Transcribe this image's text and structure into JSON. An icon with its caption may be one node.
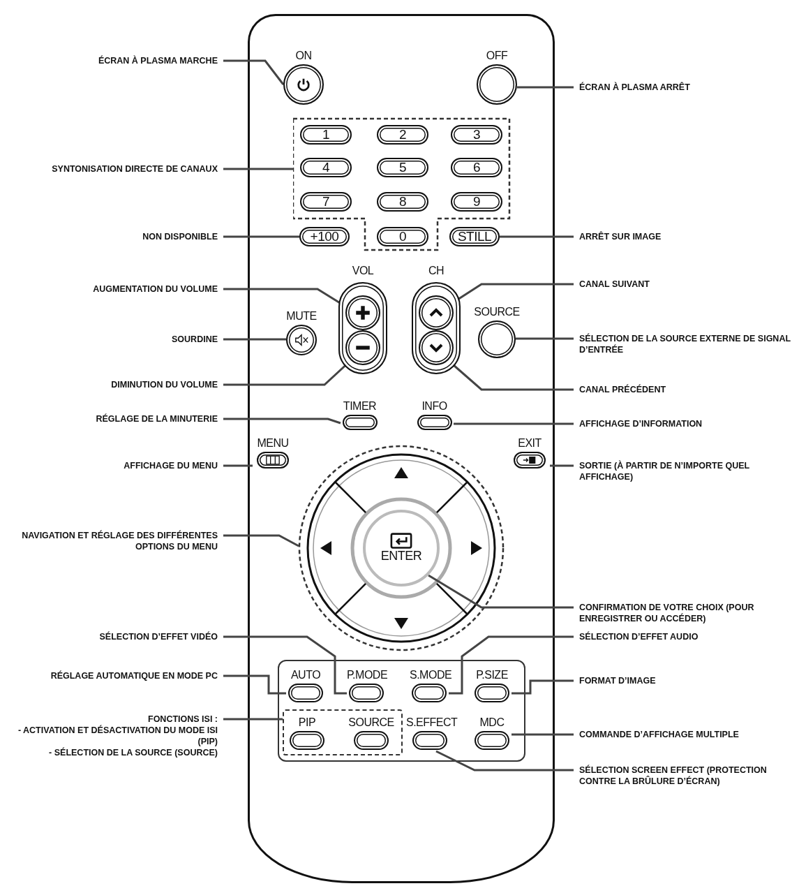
{
  "diagram": {
    "nodes": [
      {
        "text": [],
        "shape": "box"
      },
      {
        "text": [
          "ON"
        ],
        "in": 0
      },
      {
        "text": [
          "OFF"
        ],
        "in": 0
      },
      {
        "text": [],
        "shape": "box",
        "in": 0
      },
      {
        "text": [
          "1"
        ],
        "in": 3
      },
      {
        "text": [
          "2"
        ],
        "in": 3
      },
      {
        "text": [
          "3"
        ],
        "in": 3
      },
      {
        "text": [
          "4"
        ],
        "in": 3
      },
      {
        "text": [
          "5"
        ],
        "in": 3
      },
      {
        "text": [
          "6"
        ],
        "in": 3
      },
      {
        "text": [
          "7"
        ],
        "in": 3
      },
      {
        "text": [
          "8"
        ],
        "in": 3
      },
      {
        "text": [
          "9"
        ],
        "in": 3
      },
      {
        "text": [
          "0"
        ],
        "in": 3
      },
      {
        "text": [
          "+100"
        ],
        "in": 0
      },
      {
        "text": [
          "STILL"
        ],
        "in": 0
      },
      {
        "text": [
          "VOL"
        ],
        "in": 0
      },
      {
        "text": [],
        "shape": "circle",
        "in": 16
      },
      {
        "text": [],
        "shape": "circle",
        "in": 16
      },
      {
        "text": [
          "CH"
        ],
        "in": 0
      },
      {
        "text": [],
        "shape": "circle",
        "in": 19
      },
      {
        "text": [],
        "shape": "circle",
        "in": 19
      },
      {
        "text": [
          "MUTE"
        ],
        "in": 0
      },
      {
        "text": [
          "SOURCE"
        ],
        "in": 0
      },
      {
        "text": [
          "TIMER"
        ],
        "in": 0
      },
      {
        "text": [
          "INFO"
        ],
        "in": 0
      },
      {
        "text": [
          "MENU"
        ],
        "in": 0
      },
      {
        "text": [
          "EXIT"
        ],
        "in": 0
      },
      {
        "text": [],
        "shape": "circle",
        "in": 0
      },
      {
        "text": [
          "ENTER"
        ],
        "in": 28
      },
      {
        "text": [],
        "shape": "box",
        "in": 0
      },
      {
        "text": [
          "AUTO"
        ],
        "in": 30
      },
      {
        "text": [
          "P.MODE"
        ],
        "in": 30
      },
      {
        "text": [
          "S.MODE"
        ],
        "in": 30
      },
      {
        "text": [
          "P.SIZE"
        ],
        "in": 30
      },
      {
        "text": [],
        "shape": "box",
        "in": 30
      },
      {
        "text": [
          "PIP"
        ],
        "in": 35
      },
      {
        "text": [
          "SOURCE"
        ],
        "in": 35
      },
      {
        "text": [
          "S.EFFECT"
        ],
        "in": 30
      },
      {
        "text": [
          "MDC"
        ],
        "in": 30
      },
      {
        "text": [
          "ÉCRAN À PLASMA MARCHE"
        ]
      },
      {
        "text": [
          "ÉCRAN À PLASMA ARRÊT"
        ]
      },
      {
        "text": [
          "SYNTONISATION DIRECTE DE CANAUX"
        ]
      },
      {
        "text": [
          "NON DISPONIBLE"
        ]
      },
      {
        "text": [
          "ARRÊT SUR IMAGE"
        ]
      },
      {
        "text": [
          "AUGMENTATION DU VOLUME"
        ]
      },
      {
        "text": [
          "CANAL SUIVANT"
        ]
      },
      {
        "text": [
          "SOURDINE"
        ]
      },
      {
        "text": [
          "SÉLECTION DE LA SOURCE EXTERNE DE SIGNAL D’ENTRÉE"
        ]
      },
      {
        "text": [
          "DIMINUTION DU VOLUME"
        ]
      },
      {
        "text": [
          "CANAL PRÉCÉDENT"
        ]
      },
      {
        "text": [
          "RÉGLAGE DE LA MINUTERIE"
        ]
      },
      {
        "text": [
          "AFFICHAGE D’INFORMATION"
        ]
      },
      {
        "text": [
          "AFFICHAGE DU MENU"
        ]
      },
      {
        "text": [
          "SORTIE (À PARTIR DE N’IMPORTE QUEL AFFICHAGE)"
        ]
      },
      {
        "text": [
          "NAVIGATION ET RÉGLAGE DES DIFFÉRENTES OPTIONS DU MENU"
        ]
      },
      {
        "text": [
          "CONFIRMATION DE VOTRE CHOIX (POUR ENREGISTRER OU ACCÉDER)"
        ]
      },
      {
        "text": [
          "SÉLECTION D’EFFET VIDÉO"
        ]
      },
      {
        "text": [
          "SÉLECTION D’EFFET AUDIO"
        ]
      },
      {
        "text": [
          "RÉGLAGE AUTOMATIQUE EN MODE PC"
        ]
      },
      {
        "text": [
          "FORMAT D’IMAGE"
        ]
      },
      {
        "text": [
          "FONCTIONS ISI :",
          "- ACTIVATION ET DÉSACTIVATION DU MODE ISI (PIP)",
          "- SÉLECTION DE LA SOURCE (SOURCE)"
        ]
      },
      {
        "text": [
          "COMMANDE D’AFFICHAGE MULTIPLE"
        ]
      },
      {
        "text": [
          "SÉLECTION SCREEN EFFECT (PROTECTION CONTRE LA BRÛLURE D’ÉCRAN)"
        ]
      }
    ],
    "edges": [
      {
        "from": 40,
        "to": 1,
        "arrow": "none"
      },
      {
        "from": 41,
        "to": 2,
        "arrow": "none"
      },
      {
        "from": 42,
        "to": 3,
        "arrow": "none"
      },
      {
        "from": 43,
        "to": 14,
        "arrow": "none"
      },
      {
        "from": 44,
        "to": 15,
        "arrow": "none"
      },
      {
        "from": 45,
        "to": 17,
        "arrow": "none"
      },
      {
        "from": 46,
        "to": 20,
        "arrow": "none"
      },
      {
        "from": 47,
        "to": 22,
        "arrow": "none"
      },
      {
        "from": 48,
        "to": 23,
        "arrow": "none"
      },
      {
        "from": 49,
        "to": 18,
        "arrow": "none"
      },
      {
        "from": 50,
        "to": 21,
        "arrow": "none"
      },
      {
        "from": 51,
        "to": 24,
        "arrow": "none"
      },
      {
        "from": 52,
        "to": 25,
        "arrow": "none"
      },
      {
        "from": 53,
        "to": 26,
        "arrow": "none"
      },
      {
        "from": 54,
        "to": 27,
        "arrow": "none"
      },
      {
        "from": 55,
        "to": 28,
        "arrow": "none"
      },
      {
        "from": 56,
        "to": 29,
        "arrow": "none"
      },
      {
        "from": 57,
        "to": 32,
        "arrow": "none"
      },
      {
        "from": 58,
        "to": 33,
        "arrow": "none"
      },
      {
        "from": 59,
        "to": 31,
        "arrow": "none"
      },
      {
        "from": 60,
        "to": 34,
        "arrow": "none"
      },
      {
        "from": 61,
        "to": 35,
        "arrow": "none"
      },
      {
        "from": 62,
        "to": 39,
        "arrow": "none"
      },
      {
        "from": 63,
        "to": 38,
        "arrow": "none"
      }
    ]
  }
}
